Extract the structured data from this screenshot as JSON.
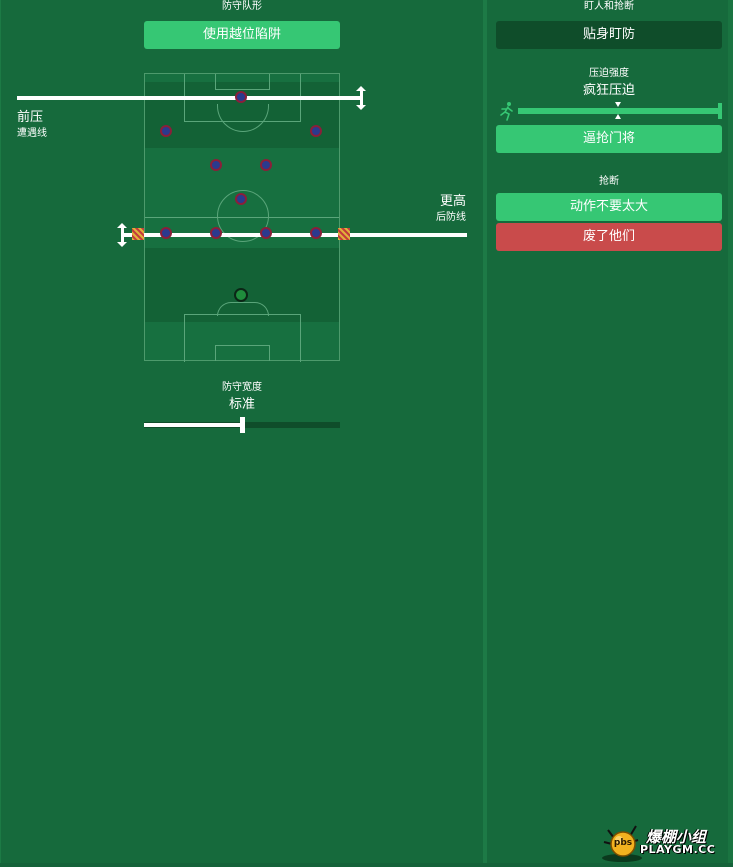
{
  "left": {
    "formation_title": "防守队形",
    "offside_button": "使用越位陷阱",
    "press_label": "前压",
    "engage_label": "遭遇线",
    "higher_label": "更高",
    "defline_label": "后防线",
    "width_title": "防守宽度",
    "width_value": "标准",
    "width_level": 0.5
  },
  "right": {
    "marking_title": "盯人和抢断",
    "marking_button": "贴身盯防",
    "pressing_title": "压迫强度",
    "pressing_value": "疯狂压迫",
    "pressing_level": 1.0,
    "pressing_button": "逼抢门将",
    "tackling_title": "抢断",
    "tackling_button1": "动作不要太大",
    "tackling_button2": "废了他们"
  },
  "colors": {
    "background": "#166a3c",
    "button_green": "#36c774",
    "button_dark": "#0f4d2a",
    "button_red": "#c94b4b",
    "player_fill": "#2b3a8e",
    "player_ring": "#8a1f3a"
  },
  "icons": {
    "runner": "running-person-icon",
    "watermark": "playgm-logo"
  },
  "watermark": {
    "cn": "爆棚小组",
    "en": "PLAYGM.CC",
    "badge": "pbs"
  }
}
